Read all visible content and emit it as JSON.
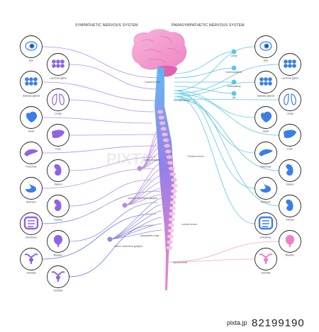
{
  "headers": {
    "sympathetic": "SYMPATHETIC NERVOUS SYSTEM",
    "parasympathetic": "PARASYMPATHETIC NERVOUS SYSTEM"
  },
  "sympathetic_organs": [
    {
      "label": "Eye"
    },
    {
      "label": "Lacrimal gland"
    },
    {
      "label": "Salivary glands"
    },
    {
      "label": "Lungs"
    },
    {
      "label": "Heart"
    },
    {
      "label": "Liver"
    },
    {
      "label": "Pancreas"
    },
    {
      "label": "Spleen"
    },
    {
      "label": "Stomach"
    },
    {
      "label": "Kidney"
    },
    {
      "label": "Intestines"
    },
    {
      "label": "Bladder"
    },
    {
      "label": "Genitals"
    },
    {
      "label": "Genitals"
    }
  ],
  "parasympathetic_organs": [
    {
      "label": "Eye"
    },
    {
      "label": "Lacrimal gland"
    },
    {
      "label": "Salivary glands"
    },
    {
      "label": "Lungs"
    },
    {
      "label": "Heart"
    },
    {
      "label": "Liver"
    },
    {
      "label": "Pancreas"
    },
    {
      "label": "Spleen"
    },
    {
      "label": "Stomach"
    },
    {
      "label": "Kidney"
    },
    {
      "label": "Intestines"
    },
    {
      "label": "Bladder"
    },
    {
      "label": "Genitals"
    }
  ],
  "parasympathetic_ganglia": [
    "Ciliary",
    "Sphenopalatine",
    "Submaxillary",
    "Otic"
  ],
  "spine_labels": {
    "cranial": "Cranial nerves",
    "cervical": "Cervical nerves",
    "thoracic": "Thoracic nerves",
    "lumbar": "Lumbar nerves",
    "sacral": "Sacral nerves",
    "celiac": "Celiac ganglion",
    "superior_mesenteric": "superior mesenteric ganglion",
    "inferior_mesenteric": "inferior mesenteric ganglion",
    "sympathetic_chain": "sympathetic chain"
  },
  "watermark": "PIXTA",
  "credit": {
    "site": "pixta.jp",
    "id": "82199190"
  },
  "colors": {
    "sympathetic_nerve": "#b58fe6",
    "parasympathetic_nerve": "#58c7e4",
    "sacral_nerve": "#f0a7cf",
    "brain": "#f3a0cf",
    "organ_blue": "#3a7fe6",
    "organ_purple": "#8f63e4",
    "spine_pink": "#f4b7e0",
    "spine_blue": "#6aa8f0"
  }
}
